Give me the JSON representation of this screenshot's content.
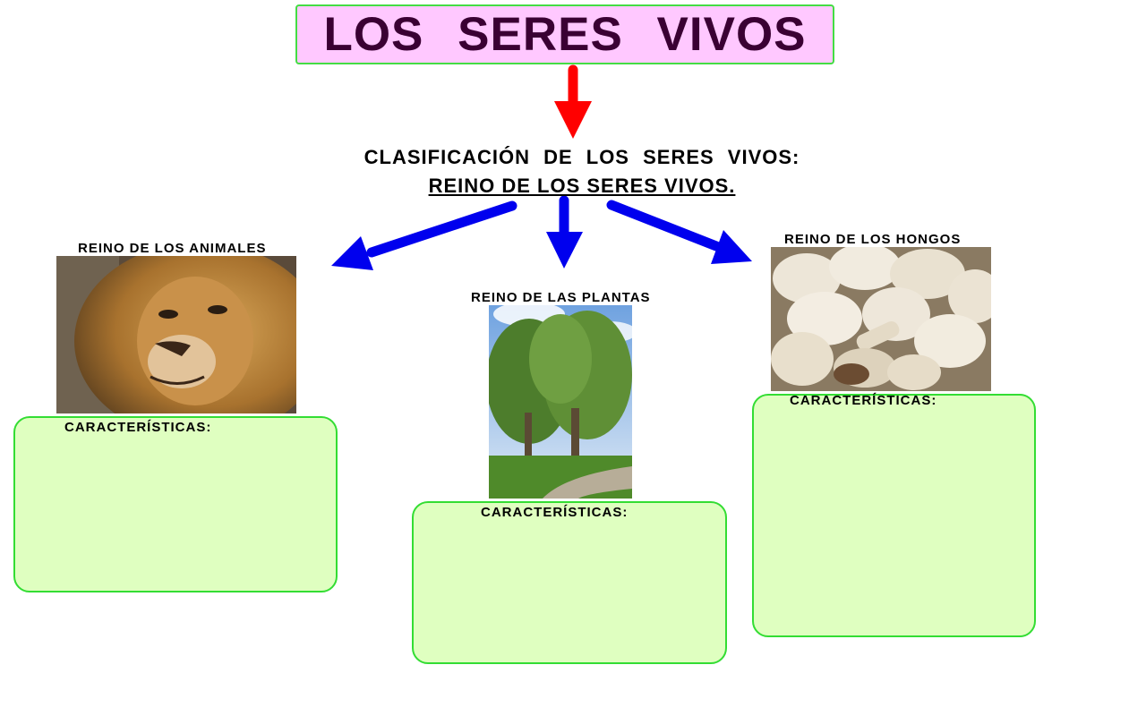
{
  "title": "LOS SERES VIVOS",
  "subtitle_line1": "CLASIFICACIÓN DE LOS SERES VIVOS:",
  "subtitle_line2": "REINO DE LOS SERES VIVOS.",
  "kingdoms": [
    {
      "label": "REINO DE LOS ANIMALES",
      "characteristics_label": "CARACTERÍSTICAS:"
    },
    {
      "label": "REINO DE LAS PLANTAS",
      "characteristics_label": "CARACTERÍSTICAS:"
    },
    {
      "label": "REINO DE LOS HONGOS",
      "characteristics_label": "CARACTERÍSTICAS:"
    }
  ],
  "colors": {
    "title_bg": "#ffc8ff",
    "title_text": "#3a0033",
    "box_border": "#33dd33",
    "box_fill": "#dfffc0",
    "red_arrow": "#ff0000",
    "blue_arrow": "#0000ee"
  }
}
